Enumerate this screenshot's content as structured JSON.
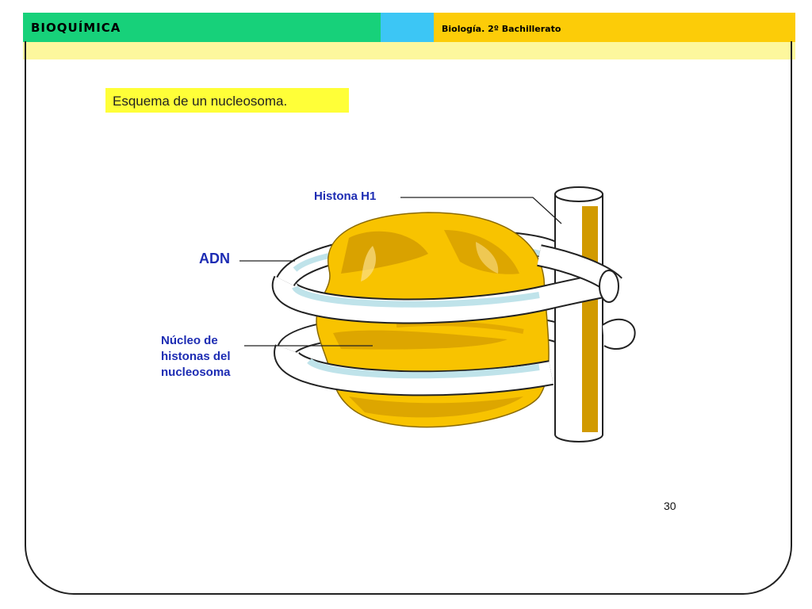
{
  "header": {
    "title": "BIOQUÍMICA",
    "subtitle": "Biología. 2º Bachillerato"
  },
  "caption": "Esquema de un nucleosoma.",
  "labels": {
    "histona_h1": "Histona H1",
    "adn": "ADN",
    "nucleo": "Núcleo de histonas del nucleosoma"
  },
  "page_number": "30",
  "colors": {
    "header_green": "#17d17a",
    "header_cyan": "#3cc6f5",
    "header_yellow": "#fccc08",
    "header_band": "#fdf79d",
    "caption_highlight": "#ffff38",
    "histone_core": "#f8c300",
    "histone_shadow": "#d19a00",
    "dna_stripe": "#bfe3ea",
    "label_blue": "#1d2cb3"
  }
}
